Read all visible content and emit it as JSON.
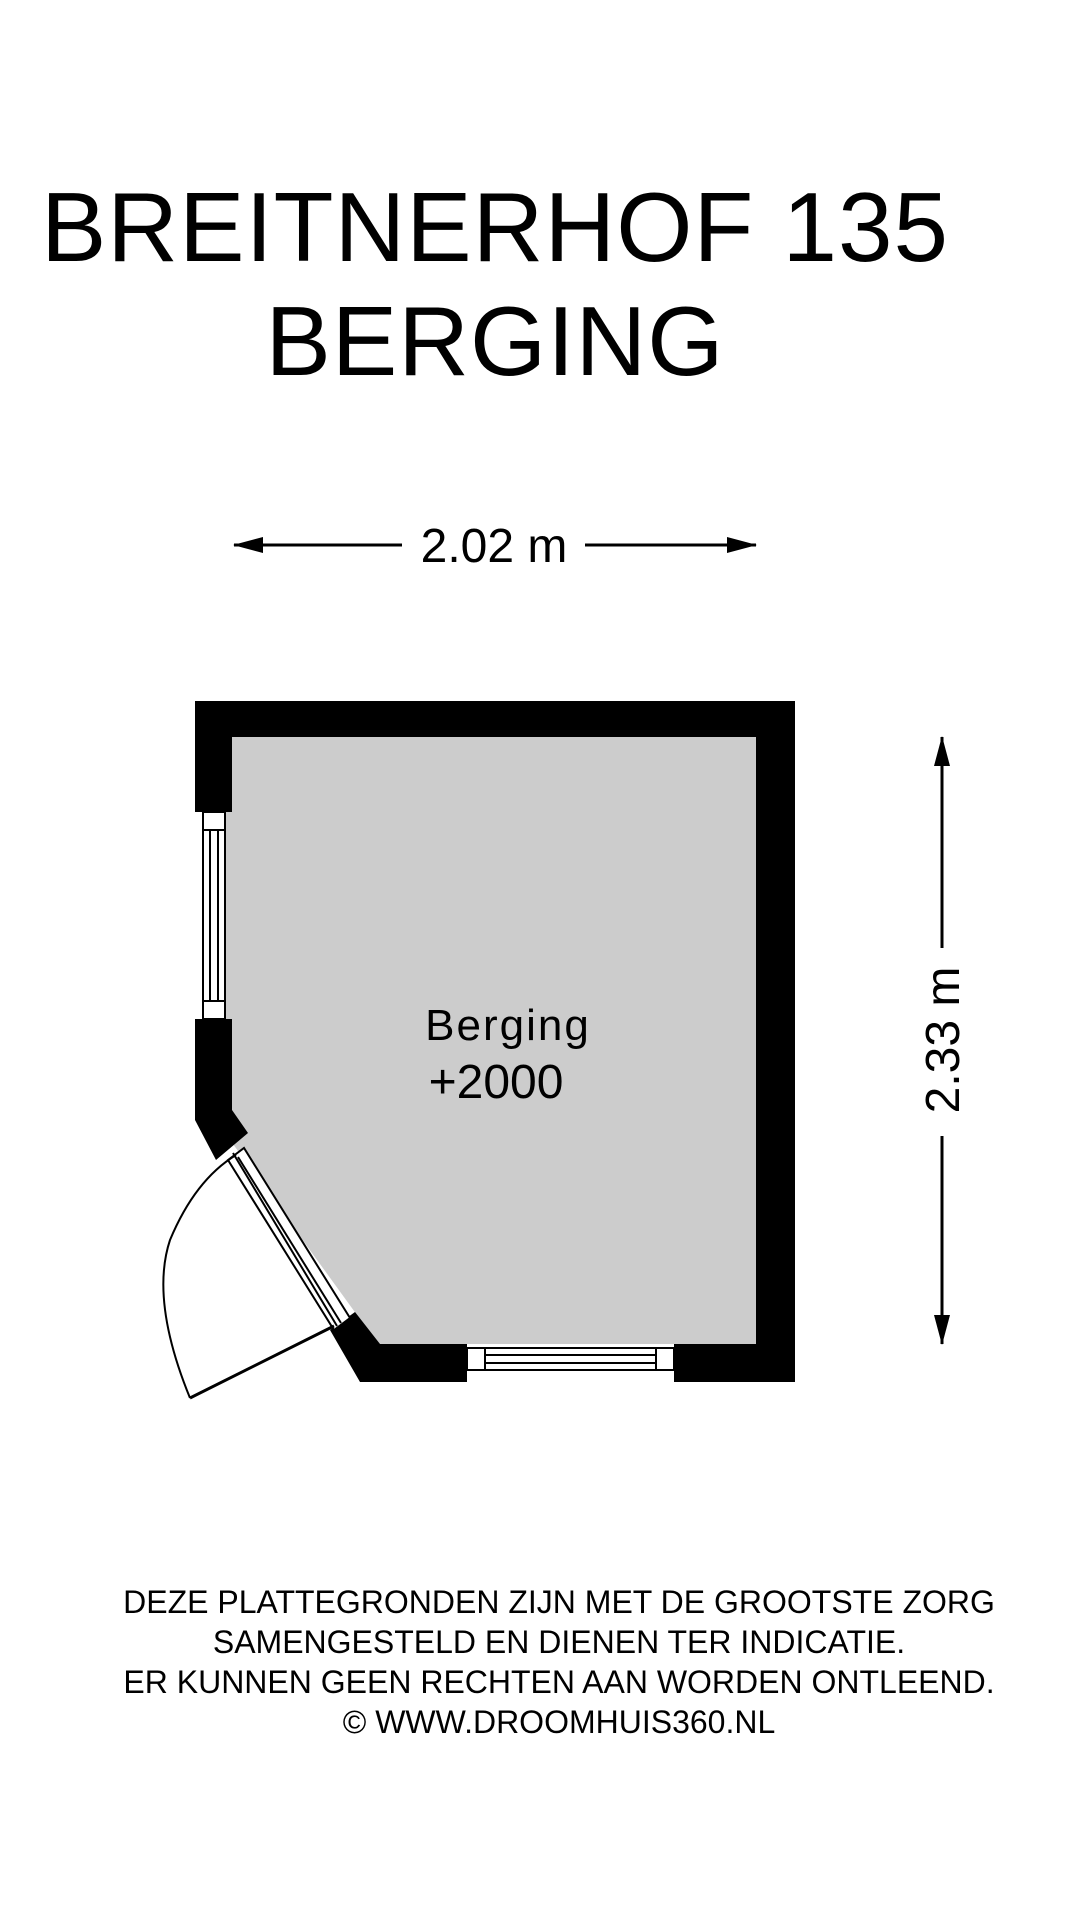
{
  "title": {
    "line1": "BREITNERHOF 135",
    "line2": "BERGING"
  },
  "plan": {
    "room_name": "Berging",
    "room_level": "+2000",
    "width_dimension": "2.02 m",
    "depth_dimension": "2.33 m"
  },
  "disclaimer": {
    "line1": "DEZE PLATTEGRONDEN ZIJN MET DE GROOTSTE ZORG",
    "line2": "SAMENGESTELD EN DIENEN TER INDICATIE.",
    "line3": "ER KUNNEN GEEN RECHTEN AAN WORDEN ONTLEEND.",
    "line4": "© WWW.DROOMHUIS360.NL"
  },
  "colors": {
    "wall": "#000000",
    "floor": "#cccccc",
    "background": "#ffffff"
  }
}
